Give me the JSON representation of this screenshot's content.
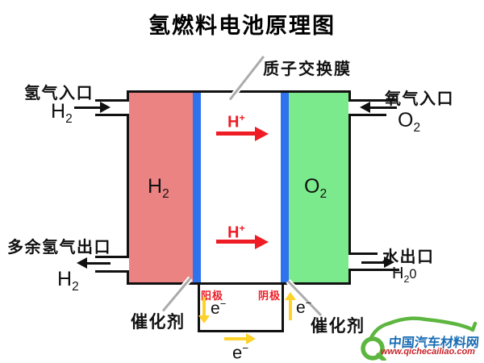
{
  "title": "氢燃料电池原理图",
  "colors": {
    "anode_gas_region": "#ec8383",
    "cathode_gas_region": "#7bea8c",
    "catalyst_layer": "#2e72ee",
    "proton_arrow": "#ee1c25",
    "electron_arrow": "#ffd22a",
    "logo_green": "#5db63f",
    "logo_blue": "#1a6db5",
    "logo_red": "#c9232a"
  },
  "cell": {
    "membrane_label": "质子交换膜",
    "h2_region": {
      "base": "H",
      "sub": "2"
    },
    "o2_region": {
      "base": "O",
      "sub": "2"
    },
    "proton_label": {
      "base": "H",
      "sup": "+"
    },
    "anode_label": "阳极",
    "cathode_label": "阴极",
    "catalyst_left_label": "催化剂",
    "catalyst_right_label": "催化剂"
  },
  "ports": {
    "h2_inlet": {
      "label": "氢气入口",
      "formula": {
        "base": "H",
        "sub": "2"
      }
    },
    "o2_inlet": {
      "label": "氧气入口",
      "formula": {
        "base": "O",
        "sub": "2"
      }
    },
    "h2_outlet": {
      "label": "多余氢气出口",
      "formula": {
        "base": "H",
        "sub": "2"
      }
    },
    "water_outlet": {
      "label": "水出口",
      "formula": {
        "base": "H",
        "sub": "2",
        "tail": "0"
      }
    }
  },
  "circuit": {
    "electron_label": {
      "base": "e",
      "sup": "−"
    }
  },
  "logo": {
    "name": "中国汽车材料网",
    "url": "www.qichecailiao.com"
  }
}
